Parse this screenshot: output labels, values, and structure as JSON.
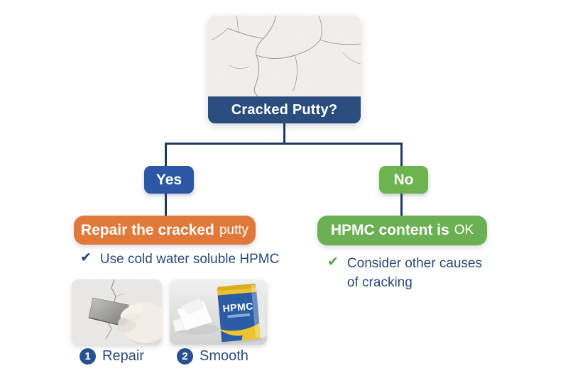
{
  "colors": {
    "navy_header": "#2b4d7d",
    "connector": "#1e3a60",
    "yes_blue": "#2b57a5",
    "no_green": "#6db350",
    "orange_banner": "#e0793a",
    "green_banner": "#6cb054",
    "text_dark_blue": "#2a4a7a",
    "check_green": "#56a449",
    "bag_yellow": "#edc32f",
    "bag_blue": "#2d5ca6"
  },
  "root_card": {
    "question": "Cracked Putty?"
  },
  "yes_branch": {
    "label": "Yes",
    "banner_bold": "Repair the cracked",
    "banner_rest": "putty",
    "check_icon": "✔",
    "tip": "Use cold water soluble HPMC",
    "steps": [
      {
        "num": "1",
        "label": "Repair"
      },
      {
        "num": "2",
        "label": "Smooth"
      }
    ],
    "bag_text": "HPMC"
  },
  "no_branch": {
    "label": "No",
    "banner_bold": "HPMC content is",
    "banner_rest": "OK",
    "check_icon": "✔",
    "tip_line1": "Consider other causes",
    "tip_line2": "of cracking"
  }
}
